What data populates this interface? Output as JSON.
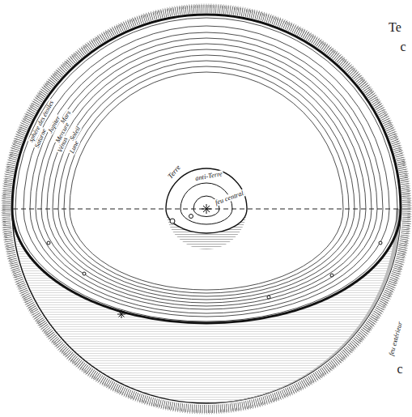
{
  "diagram": {
    "labels": [
      "sphère des étoiles",
      "Saturne",
      "Jupiter",
      "Mars",
      "Mercure",
      "Vénus",
      "Soleil",
      "Lune",
      "Terre",
      "anti-Terre",
      "feu central",
      "feu extérieur",
      "Te",
      "c",
      "c"
    ]
  }
}
